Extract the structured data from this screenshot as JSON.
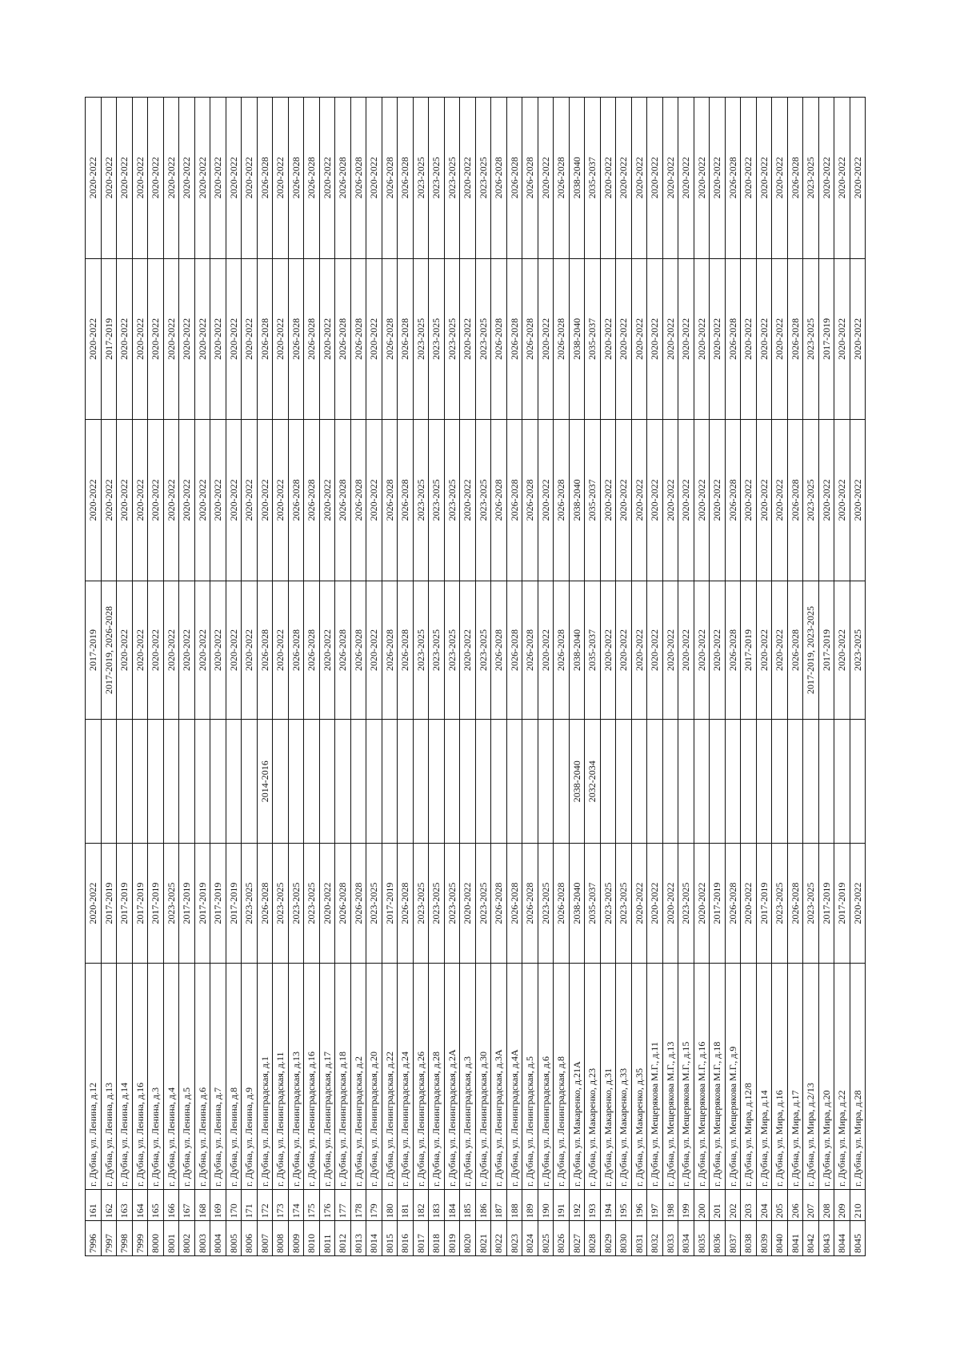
{
  "rows": [
    [
      "7996",
      "161",
      "г. Дубна, ул. Ленина, д.12",
      "2020-2022",
      "",
      "2017-2019",
      "2020-2022",
      "2020-2022",
      "2020-2022"
    ],
    [
      "7997",
      "162",
      "г. Дубна, ул. Ленина, д.13",
      "2017-2019",
      "",
      "2017-2019, 2026-2028",
      "2020-2022",
      "2017-2019",
      "2020-2022"
    ],
    [
      "7998",
      "163",
      "г. Дубна, ул. Ленина, д.14",
      "2017-2019",
      "",
      "2020-2022",
      "2020-2022",
      "2020-2022",
      "2020-2022"
    ],
    [
      "7999",
      "164",
      "г. Дубна, ул. Ленина, д.16",
      "2017-2019",
      "",
      "2020-2022",
      "2020-2022",
      "2020-2022",
      "2020-2022"
    ],
    [
      "8000",
      "165",
      "г. Дубна, ул. Ленина, д.3",
      "2017-2019",
      "",
      "2020-2022",
      "2020-2022",
      "2020-2022",
      "2020-2022"
    ],
    [
      "8001",
      "166",
      "г. Дубна, ул. Ленина, д.4",
      "2023-2025",
      "",
      "2020-2022",
      "2020-2022",
      "2020-2022",
      "2020-2022"
    ],
    [
      "8002",
      "167",
      "г. Дубна, ул. Ленина, д.5",
      "2017-2019",
      "",
      "2020-2022",
      "2020-2022",
      "2020-2022",
      "2020-2022"
    ],
    [
      "8003",
      "168",
      "г. Дубна, ул. Ленина, д.6",
      "2017-2019",
      "",
      "2020-2022",
      "2020-2022",
      "2020-2022",
      "2020-2022"
    ],
    [
      "8004",
      "169",
      "г. Дубна, ул. Ленина, д.7",
      "2017-2019",
      "",
      "2020-2022",
      "2020-2022",
      "2020-2022",
      "2020-2022"
    ],
    [
      "8005",
      "170",
      "г. Дубна, ул. Ленина, д.8",
      "2017-2019",
      "",
      "2020-2022",
      "2020-2022",
      "2020-2022",
      "2020-2022"
    ],
    [
      "8006",
      "171",
      "г. Дубна, ул. Ленина, д.9",
      "2023-2025",
      "",
      "2020-2022",
      "2020-2022",
      "2020-2022",
      "2020-2022"
    ],
    [
      "8007",
      "172",
      "г. Дубна, ул. Ленинградская, д.1",
      "2026-2028",
      "2014-2016",
      "2026-2028",
      "2020-2022",
      "2026-2028",
      "2026-2028"
    ],
    [
      "8008",
      "173",
      "г. Дубна, ул. Ленинградская, д.11",
      "2023-2025",
      "",
      "2020-2022",
      "2020-2022",
      "2020-2022",
      "2020-2022"
    ],
    [
      "8009",
      "174",
      "г. Дубна, ул. Ленинградская, д.13",
      "2023-2025",
      "",
      "2026-2028",
      "2026-2028",
      "2026-2028",
      "2026-2028"
    ],
    [
      "8010",
      "175",
      "г. Дубна, ул. Ленинградская, д.16",
      "2023-2025",
      "",
      "2026-2028",
      "2026-2028",
      "2026-2028",
      "2026-2028"
    ],
    [
      "8011",
      "176",
      "г. Дубна, ул. Ленинградская, д.17",
      "2020-2022",
      "",
      "2020-2022",
      "2020-2022",
      "2020-2022",
      "2020-2022"
    ],
    [
      "8012",
      "177",
      "г. Дубна, ул. Ленинградская, д.18",
      "2026-2028",
      "",
      "2026-2028",
      "2026-2028",
      "2026-2028",
      "2026-2028"
    ],
    [
      "8013",
      "178",
      "г. Дубна, ул. Ленинградская, д.2",
      "2026-2028",
      "",
      "2026-2028",
      "2026-2028",
      "2026-2028",
      "2026-2028"
    ],
    [
      "8014",
      "179",
      "г. Дубна, ул. Ленинградская, д.20",
      "2023-2025",
      "",
      "2020-2022",
      "2020-2022",
      "2020-2022",
      "2020-2022"
    ],
    [
      "8015",
      "180",
      "г. Дубна, ул. Ленинградская, д.22",
      "2017-2019",
      "",
      "2026-2028",
      "2026-2028",
      "2026-2028",
      "2026-2028"
    ],
    [
      "8016",
      "181",
      "г. Дубна, ул. Ленинградская, д.24",
      "2026-2028",
      "",
      "2026-2028",
      "2026-2028",
      "2026-2028",
      "2026-2028"
    ],
    [
      "8017",
      "182",
      "г. Дубна, ул. Ленинградская, д.26",
      "2023-2025",
      "",
      "2023-2025",
      "2023-2025",
      "2023-2025",
      "2023-2025"
    ],
    [
      "8018",
      "183",
      "г. Дубна, ул. Ленинградская, д.28",
      "2023-2025",
      "",
      "2023-2025",
      "2023-2025",
      "2023-2025",
      "2023-2025"
    ],
    [
      "8019",
      "184",
      "г. Дубна, ул. Ленинградская, д.2А",
      "2023-2025",
      "",
      "2023-2025",
      "2023-2025",
      "2023-2025",
      "2023-2025"
    ],
    [
      "8020",
      "185",
      "г. Дубна, ул. Ленинградская, д.3",
      "2020-2022",
      "",
      "2020-2022",
      "2020-2022",
      "2020-2022",
      "2020-2022"
    ],
    [
      "8021",
      "186",
      "г. Дубна, ул. Ленинградская, д.30",
      "2023-2025",
      "",
      "2023-2025",
      "2023-2025",
      "2023-2025",
      "2023-2025"
    ],
    [
      "8022",
      "187",
      "г. Дубна, ул. Ленинградская, д.3А",
      "2026-2028",
      "",
      "2026-2028",
      "2026-2028",
      "2026-2028",
      "2026-2028"
    ],
    [
      "8023",
      "188",
      "г. Дубна, ул. Ленинградская, д.4А",
      "2026-2028",
      "",
      "2026-2028",
      "2026-2028",
      "2026-2028",
      "2026-2028"
    ],
    [
      "8024",
      "189",
      "г. Дубна, ул. Ленинградская, д.5",
      "2026-2028",
      "",
      "2026-2028",
      "2026-2028",
      "2026-2028",
      "2026-2028"
    ],
    [
      "8025",
      "190",
      "г. Дубна, ул. Ленинградская, д.6",
      "2023-2025",
      "",
      "2020-2022",
      "2020-2022",
      "2020-2022",
      "2020-2022"
    ],
    [
      "8026",
      "191",
      "г. Дубна, ул. Ленинградская, д.8",
      "2026-2028",
      "",
      "2026-2028",
      "2026-2028",
      "2026-2028",
      "2026-2028"
    ],
    [
      "8027",
      "192",
      "г. Дубна, ул. Макаренко, д.21А",
      "2038-2040",
      "2038-2040",
      "2038-2040",
      "2038-2040",
      "2038-2040",
      "2038-2040"
    ],
    [
      "8028",
      "193",
      "г. Дубна, ул. Макаренко, д.23",
      "2035-2037",
      "2032-2034",
      "2035-2037",
      "2035-2037",
      "2035-2037",
      "2035-2037"
    ],
    [
      "8029",
      "194",
      "г. Дубна, ул. Макаренко, д.31",
      "2023-2025",
      "",
      "2020-2022",
      "2020-2022",
      "2020-2022",
      "2020-2022"
    ],
    [
      "8030",
      "195",
      "г. Дубна, ул. Макаренко, д.33",
      "2023-2025",
      "",
      "2020-2022",
      "2020-2022",
      "2020-2022",
      "2020-2022"
    ],
    [
      "8031",
      "196",
      "г. Дубна, ул. Макаренко, д.35",
      "2020-2022",
      "",
      "2020-2022",
      "2020-2022",
      "2020-2022",
      "2020-2022"
    ],
    [
      "8032",
      "197",
      "г. Дубна, ул. Мещерякова М.Г., д.11",
      "2020-2022",
      "",
      "2020-2022",
      "2020-2022",
      "2020-2022",
      "2020-2022"
    ],
    [
      "8033",
      "198",
      "г. Дубна, ул. Мещерякова М.Г., д.13",
      "2020-2022",
      "",
      "2020-2022",
      "2020-2022",
      "2020-2022",
      "2020-2022"
    ],
    [
      "8034",
      "199",
      "г. Дубна, ул. Мещерякова М.Г., д.15",
      "2023-2025",
      "",
      "2020-2022",
      "2020-2022",
      "2020-2022",
      "2020-2022"
    ],
    [
      "8035",
      "200",
      "г. Дубна, ул. Мещерякова М.Г., д.16",
      "2020-2022",
      "",
      "2020-2022",
      "2020-2022",
      "2020-2022",
      "2020-2022"
    ],
    [
      "8036",
      "201",
      "г. Дубна, ул. Мещерякова М.Г., д.18",
      "2017-2019",
      "",
      "2020-2022",
      "2020-2022",
      "2020-2022",
      "2020-2022"
    ],
    [
      "8037",
      "202",
      "г. Дубна, ул. Мещерякова М.Г., д.9",
      "2026-2028",
      "",
      "2026-2028",
      "2026-2028",
      "2026-2028",
      "2026-2028"
    ],
    [
      "8038",
      "203",
      "г. Дубна, ул. Мира, д.12/8",
      "2020-2022",
      "",
      "2017-2019",
      "2020-2022",
      "2020-2022",
      "2020-2022"
    ],
    [
      "8039",
      "204",
      "г. Дубна, ул. Мира, д.14",
      "2017-2019",
      "",
      "2020-2022",
      "2020-2022",
      "2020-2022",
      "2020-2022"
    ],
    [
      "8040",
      "205",
      "г. Дубна, ул. Мира, д.16",
      "2023-2025",
      "",
      "2020-2022",
      "2020-2022",
      "2020-2022",
      "2020-2022"
    ],
    [
      "8041",
      "206",
      "г. Дубна, ул. Мира, д.17",
      "2026-2028",
      "",
      "2026-2028",
      "2026-2028",
      "2026-2028",
      "2026-2028"
    ],
    [
      "8042",
      "207",
      "г. Дубна, ул. Мира, д.2/13",
      "2023-2025",
      "",
      "2017-2019, 2023-2025",
      "2023-2025",
      "2023-2025",
      "2023-2025"
    ],
    [
      "8043",
      "208",
      "г. Дубна, ул. Мира, д.20",
      "2017-2019",
      "",
      "2017-2019",
      "2020-2022",
      "2017-2019",
      "2020-2022"
    ],
    [
      "8044",
      "209",
      "г. Дубна, ул. Мира, д.22",
      "2017-2019",
      "",
      "2020-2022",
      "2020-2022",
      "2020-2022",
      "2020-2022"
    ],
    [
      "8045",
      "210",
      "г. Дубна, ул. Мира, д.28",
      "2020-2022",
      "",
      "2023-2025",
      "2020-2022",
      "2020-2022",
      "2020-2022"
    ]
  ]
}
